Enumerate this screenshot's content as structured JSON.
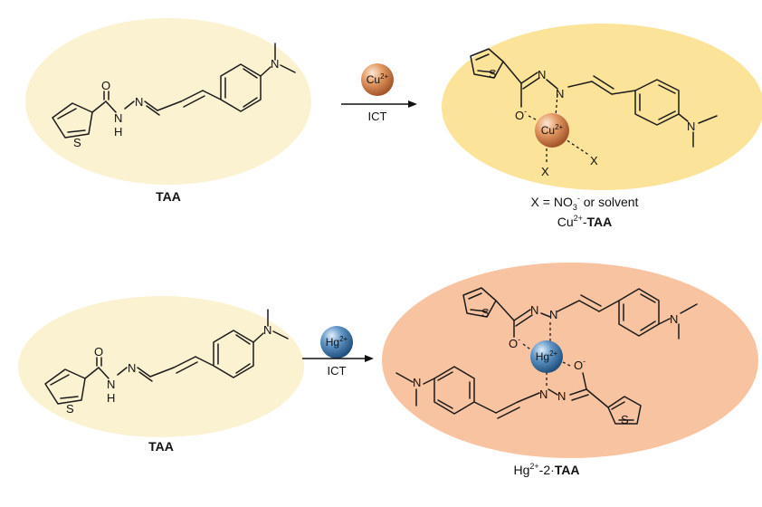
{
  "colors": {
    "ellipse_pale": "#fbf2d2",
    "ellipse_cu": "#fbe39a",
    "ellipse_hg": "#f8c3a0",
    "copper_ion": "#d9894f",
    "mercury_ion": "#4f86b8"
  },
  "top": {
    "ligand_label": "TAA",
    "ion": "Cu",
    "ion_charge": "2+",
    "arrow_label": "ICT",
    "atoms": {
      "O": "O",
      "N1": "N",
      "N2": "N",
      "H": "H",
      "S": "S",
      "NMe": "N"
    },
    "complex": {
      "ion": "Cu",
      "ion_charge": "2+",
      "O": "O",
      "O_charge": "-",
      "N1": "N",
      "N2": "N",
      "S": "S",
      "NMe": "N",
      "X1": "X",
      "X2": "X",
      "note_prefix": "X = NO",
      "note_sub": "3",
      "note_sup": "-",
      "note_suffix": " or solvent",
      "label_ion": "Cu",
      "label_charge": "2+",
      "label_sep": "-",
      "label_ligand": "TAA"
    }
  },
  "bottom": {
    "ligand_label": "TAA",
    "ion": "Hg",
    "ion_charge": "2+",
    "arrow_label": "ICT",
    "atoms": {
      "O": "O",
      "N1": "N",
      "N2": "N",
      "H": "H",
      "S": "S",
      "NMe": "N"
    },
    "complex": {
      "ion": "Hg",
      "ion_charge": "2+",
      "O1": "O",
      "O1_charge": "-",
      "O2": "O",
      "O2_charge": "-",
      "Na": "N",
      "Nb": "N",
      "Nc": "N",
      "Nd": "N",
      "S1": "S",
      "S2": "S",
      "NMe1": "N",
      "NMe2": "N",
      "label_ion": "Hg",
      "label_charge": "2+",
      "label_sep": "-2·",
      "label_ligand": "TAA"
    }
  }
}
